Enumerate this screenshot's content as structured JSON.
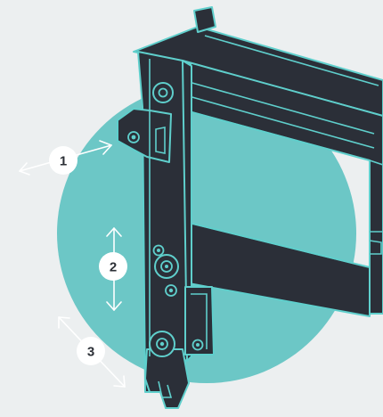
{
  "colors": {
    "background": "#eceff0",
    "circle": "#6cc7c6",
    "part_fill": "#2b2f38",
    "part_outline": "#5fcfcc",
    "arrow": "#ffffff",
    "badge_fill": "#ffffff",
    "badge_text": "#2b2f36"
  },
  "labels": [
    {
      "id": "1",
      "text": "1",
      "meaning": "horizontal"
    },
    {
      "id": "2",
      "text": "2",
      "meaning": "vertical"
    },
    {
      "id": "3",
      "text": "3",
      "meaning": "depth"
    }
  ]
}
